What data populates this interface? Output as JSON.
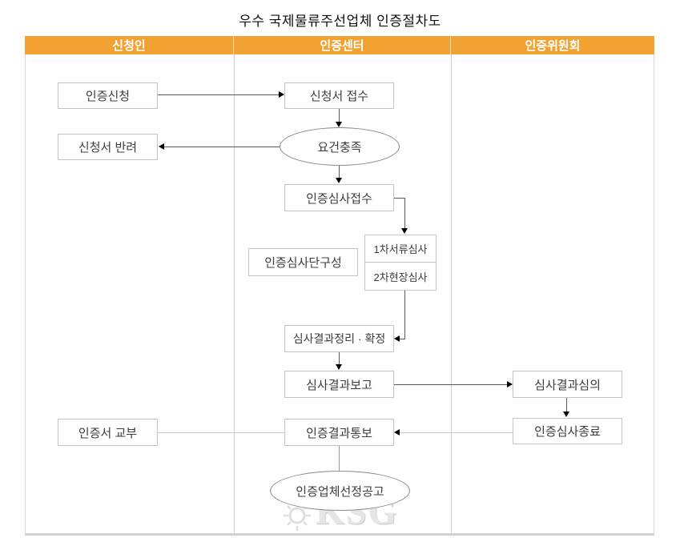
{
  "title": "우수 국제물류주선업체 인증절차도",
  "columns": [
    {
      "id": "applicant",
      "label": "신청인"
    },
    {
      "id": "center",
      "label": "인증센터"
    },
    {
      "id": "committee",
      "label": "인증위원회"
    }
  ],
  "nodes": {
    "apply": {
      "label": "인증신청",
      "shape": "rect",
      "column": "applicant"
    },
    "reject": {
      "label": "신청서 반려",
      "shape": "rect",
      "column": "applicant"
    },
    "issue": {
      "label": "인증서 교부",
      "shape": "rect",
      "column": "applicant"
    },
    "receive": {
      "label": "신청서 접수",
      "shape": "rect",
      "column": "center"
    },
    "requirement": {
      "label": "요건충족",
      "shape": "ellipse",
      "column": "center"
    },
    "exam_receive": {
      "label": "인증심사접수",
      "shape": "rect",
      "column": "center"
    },
    "team": {
      "label": "인증심사단구성",
      "shape": "rect",
      "column": "center"
    },
    "doc_review": {
      "label": "1차서류심사",
      "shape": "rect-cell",
      "column": "center"
    },
    "field_review": {
      "label": "2차현장심사",
      "shape": "rect-cell",
      "column": "center"
    },
    "confirm": {
      "label": "심사결과정리 · 확정",
      "shape": "rect",
      "column": "center"
    },
    "report": {
      "label": "심사결과보고",
      "shape": "rect",
      "column": "center"
    },
    "notify": {
      "label": "인증결과통보",
      "shape": "rect",
      "column": "center"
    },
    "announce": {
      "label": "인증업체선정공고",
      "shape": "ellipse",
      "column": "center"
    },
    "deliberate": {
      "label": "심사결과심의",
      "shape": "rect",
      "column": "committee"
    },
    "end": {
      "label": "인증심사종료",
      "shape": "rect",
      "column": "committee"
    }
  },
  "edges": [
    {
      "from": "apply",
      "to": "receive",
      "arrow": true
    },
    {
      "from": "receive",
      "to": "requirement",
      "arrow": true
    },
    {
      "from": "requirement",
      "to": "reject",
      "arrow": true
    },
    {
      "from": "requirement",
      "to": "exam_receive",
      "arrow": true
    },
    {
      "from": "exam_receive",
      "to": "doc_review",
      "arrow": true
    },
    {
      "from": "field_review",
      "to": "confirm",
      "arrow": true
    },
    {
      "from": "confirm",
      "to": "report",
      "arrow": true
    },
    {
      "from": "report",
      "to": "deliberate",
      "arrow": true
    },
    {
      "from": "deliberate",
      "to": "end",
      "arrow": true
    },
    {
      "from": "end",
      "to": "notify",
      "arrow": true
    },
    {
      "from": "notify",
      "to": "issue",
      "arrow": false
    },
    {
      "from": "notify",
      "to": "announce",
      "arrow": false
    }
  ],
  "watermark": {
    "text": "KSG",
    "icon": "sun-logo"
  },
  "colors": {
    "header_bg": "#F2A233",
    "header_text": "#FFFFFF",
    "box_border": "#C4C4C4",
    "ellipse_border": "#8A8A8A",
    "box_text": "#3C3C3C",
    "connector_dark": "#5A5A5A",
    "connector_light": "#C9C9C9",
    "arrowhead": "#000000",
    "watermark_text": "#E6E6E6"
  }
}
